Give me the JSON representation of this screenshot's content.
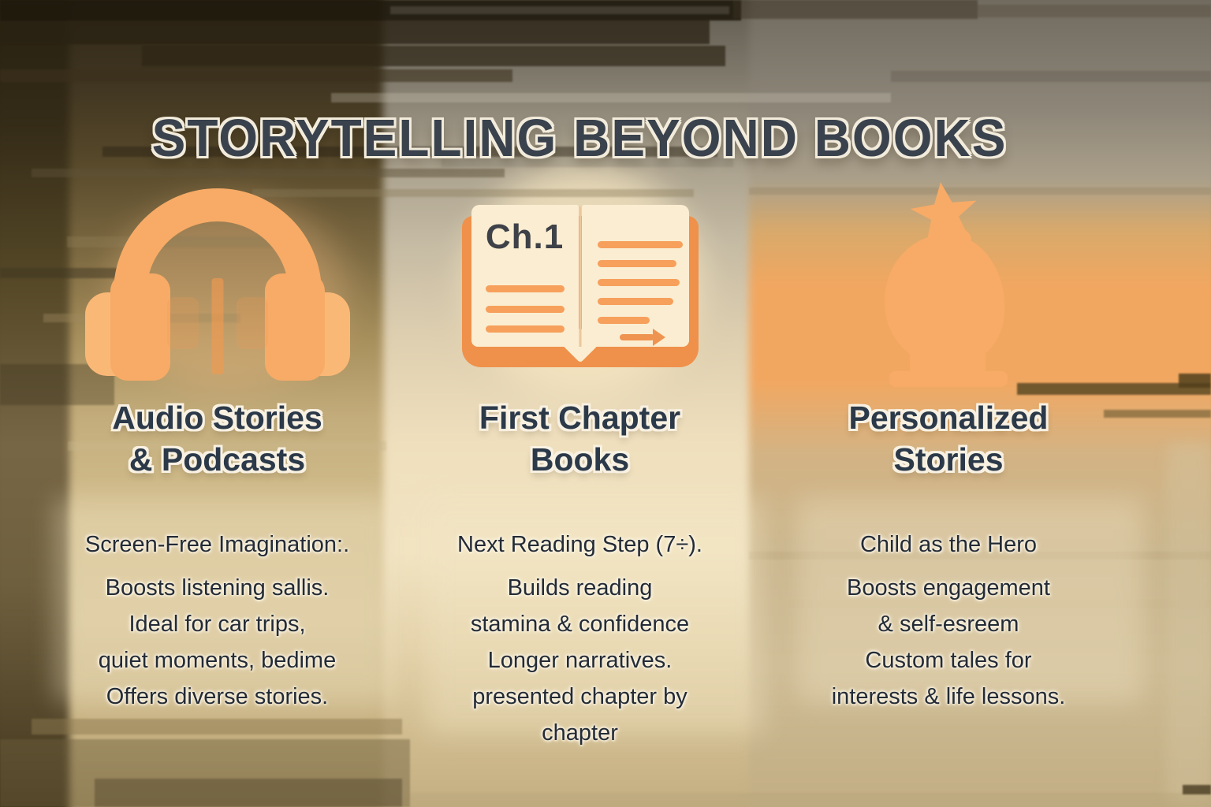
{
  "title": "STORYTELLING BEYOND BOOKS",
  "columns": [
    {
      "icon": "headphones-icon",
      "heading_lines": [
        "Audio Stories",
        "& Podcasts"
      ],
      "body_lines": [
        "Screen-Free Imagination:.",
        "Boosts listening sallis.",
        "Ideal for car trips,",
        "quiet moments, bedime",
        "Offers diverse stories."
      ]
    },
    {
      "icon": "open-book-icon",
      "icon_label": "Ch.1",
      "heading_lines": [
        "First Chapter",
        "Books"
      ],
      "body_lines": [
        "Next Reading Step (7÷).",
        "Builds reading",
        "stamina & confidence",
        "Longer narratives.",
        "presented chapter by",
        "chapter"
      ]
    },
    {
      "icon": "child-hero-star-icon",
      "heading_lines": [
        "Personalized",
        "Stories"
      ],
      "body_lines": [
        "Child as the Hero",
        "Boosts engagement",
        "& self-esreem",
        "Custom tales for",
        "interests & life lessons."
      ]
    }
  ],
  "colors": {
    "title": "#39424D",
    "heading": "#2B3949",
    "body": "#232B36",
    "icon-orange": "#F7AB66",
    "icon-orange-light": "#FAB877",
    "book-cover": "#EF914B",
    "book-page": "#FBEDD1",
    "book-line": "#F6A05C",
    "book-label": "#3E4148"
  }
}
